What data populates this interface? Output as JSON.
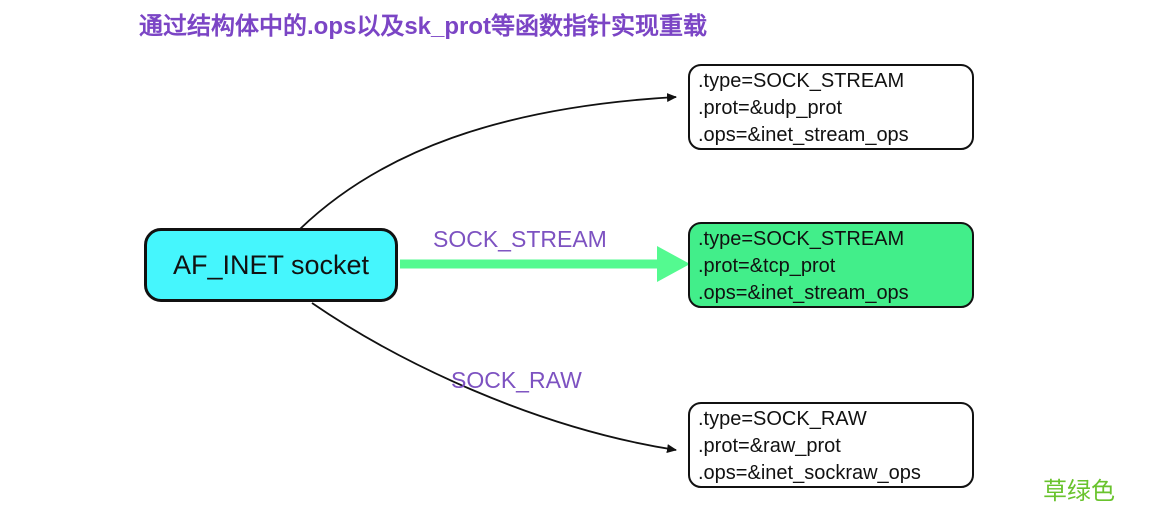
{
  "title": {
    "text": "通过结构体中的.ops以及sk_prot等函数指针实现重载",
    "color": "#7b45c5"
  },
  "diagram": {
    "source_node": {
      "label": "AF_INET socket",
      "fill": "#45f6fd"
    },
    "nodes": [
      {
        "id": "sock-stream-udp",
        "fill": "#ffffff",
        "lines": [
          ".type=SOCK_STREAM",
          ".prot=&udp_prot",
          ".ops=&inet_stream_ops"
        ]
      },
      {
        "id": "sock-stream-tcp",
        "fill": "#42ee8a",
        "lines": [
          ".type=SOCK_STREAM",
          ".prot=&tcp_prot",
          ".ops=&inet_stream_ops"
        ]
      },
      {
        "id": "sock-raw",
        "fill": "#ffffff",
        "lines": [
          ".type=SOCK_RAW",
          ".prot=&raw_prot",
          ".ops=&inet_sockraw_ops"
        ]
      }
    ],
    "edges": [
      {
        "to": "sock-stream-udp",
        "label": "",
        "style": "thin-black-curve"
      },
      {
        "to": "sock-stream-tcp",
        "label": "SOCK_STREAM",
        "style": "thick-green-straight"
      },
      {
        "to": "sock-raw",
        "label": "SOCK_RAW",
        "style": "thin-black-curve"
      }
    ]
  },
  "watermark": {
    "text": "草绿色",
    "color": "#69c32d"
  },
  "colors": {
    "title_purple": "#7b45c5",
    "label_purple": "#7d52c1",
    "node_cyan": "#45f6fd",
    "node_green": "#42ee8a",
    "arrow_green": "#54fa90",
    "watermark_green": "#69c32d",
    "line_black": "#111111"
  }
}
